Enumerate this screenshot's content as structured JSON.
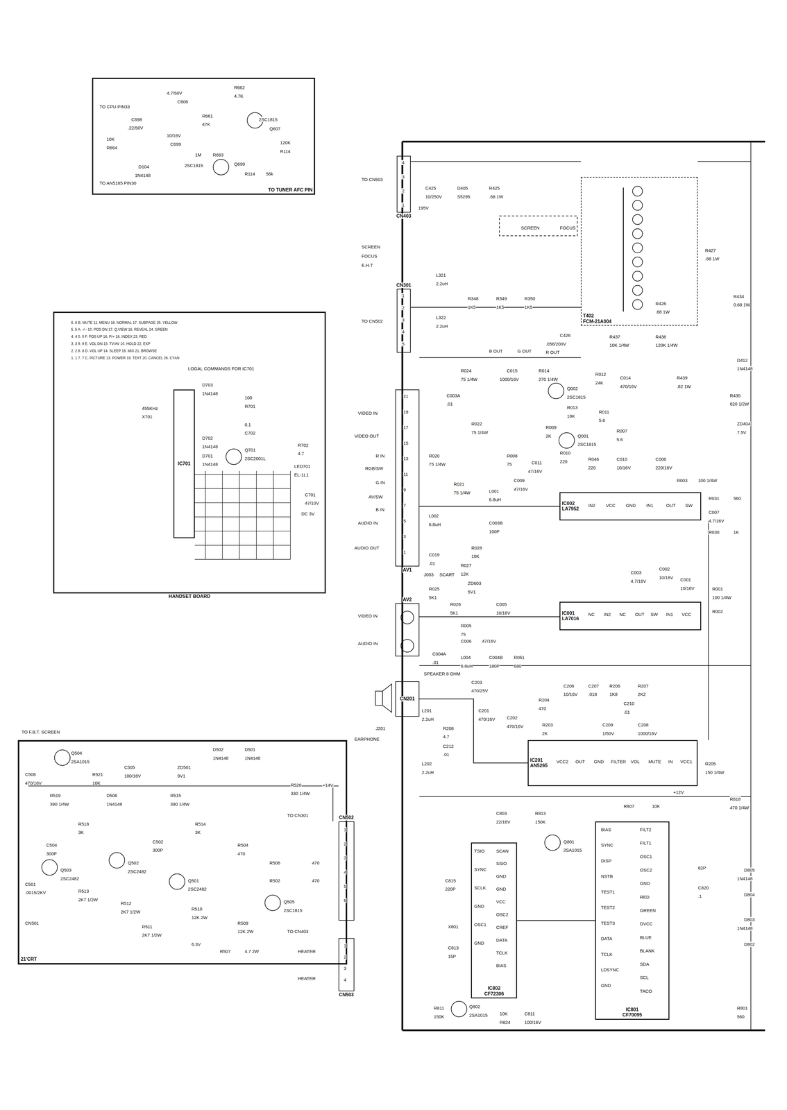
{
  "diagram": {
    "nodes": [
      {
        "text": [
          "TO TUNER AFC PIN"
        ]
      },
      {
        "text": [
          "HANDSET BOARD"
        ]
      },
      {
        "text": [
          "IC701"
        ],
        "in": 1
      },
      {
        "text": [
          "21'CRT"
        ]
      },
      {
        "text": [
          "CN502"
        ],
        "in": 3
      },
      {
        "text": [
          "CN503"
        ],
        "in": 3
      },
      {
        "text": [
          "CN403"
        ]
      },
      {
        "text": [
          "CN301"
        ]
      },
      {
        "text": [
          "AV1"
        ]
      },
      {
        "text": [
          "AV2"
        ]
      },
      {
        "text": [
          "CN201"
        ]
      },
      {
        "text": [
          "T402",
          "FCM-21A004"
        ]
      },
      {
        "text": [
          "IC002",
          "LA7952"
        ]
      },
      {
        "text": [
          "IC001",
          "LA7016"
        ]
      },
      {
        "text": [
          "IC201",
          "AN5265"
        ]
      },
      {
        "text": [
          "IC802",
          "CF72306"
        ]
      },
      {
        "text": [
          "IC801",
          "CF70095"
        ]
      }
    ],
    "edges": [
      {
        "from": 12,
        "to": 8,
        "arrow": "none"
      },
      {
        "from": 13,
        "to": 9,
        "arrow": "none"
      },
      {
        "from": 14,
        "to": 10,
        "arrow": "none"
      },
      {
        "from": 15,
        "to": 16,
        "arrow": "none"
      },
      {
        "from": 11,
        "to": 7,
        "arrow": "none"
      }
    ],
    "labels": [
      "TO CPU PIN33",
      "TO AN5185 PIN30",
      "2SC1815",
      "Q607",
      "R662",
      "4.7K",
      "C606",
      "4.7/50V",
      "R661",
      "47K",
      "C698",
      ".22/50V",
      "R664",
      "10K",
      "C699",
      "10/16V",
      "R663",
      "1M",
      "R114",
      "120K",
      "Q699",
      "2SC1815",
      "D104",
      "1N4148",
      "R114",
      "56k",
      "1. 1    7. 7    C. PICTURE    13. POWER    19. TEXT    20. CANCEL    26. CYAN",
      "2. 2    8. 8    D. VOL UP    14. SLEEP    16. MIX    21. BROWSE",
      "3. 3    9. 9    E. VOL DN    15. TV/AV    10. HOLD    22. EXP",
      "4. 4    0. 0    F. POS UP    16. P/+    18. INDEX    23. RED",
      "5. 5    A. -/--    10. POS DN    17. Q.VIEW    16. REVEAL    24. GREEN",
      "6. 6    B. MUTE    11. MENU    18. NORMAL    17. SUBPAGE    25. YELLOW",
      "LOGAL COMMANDS FOR IC701",
      "R701",
      "100",
      "X701",
      "455KHz",
      "C702",
      "0.1",
      "Q701",
      "2SC2001L",
      "R702",
      "4.7",
      "LED701",
      "EL-1L1",
      "C701",
      "47/10V",
      "DC 3V",
      "D701",
      "1N4148",
      "D702",
      "1N4148",
      "D703",
      "1N4148",
      "TO F.B.T. SCREEN",
      "Q504",
      "2SA1015",
      "C508",
      "470/16V",
      "R521",
      "10K",
      "C505",
      "100/16V",
      "ZD501",
      "9V1",
      "D502",
      "1N4148",
      "D501",
      "1N4148",
      "R520",
      "330 1/4W",
      "R515",
      "390 1/4W",
      "R519",
      "390 1/4W",
      "D506",
      "1N4148",
      "R518",
      "3K",
      "R514",
      "3K",
      "C504",
      "300P",
      "C502",
      "300P",
      "Q503",
      "2SC2482",
      "Q502",
      "2SC2482",
      "Q501",
      "2SC2482",
      "R504",
      "470",
      "R506",
      "470",
      "R502",
      "470",
      "Q505",
      "2SC1815",
      "C501",
      ".0015/2KV",
      "R513",
      "2K7 1/2W",
      "R512",
      "2K7 1/2W",
      "R511",
      "2K7 1/2W",
      "R510",
      "12K 2W",
      "R509",
      "12K 2W",
      "R507",
      "4.7 2W",
      "6.3V",
      "HEATER",
      "HEATER",
      "CN501",
      "TO CN301",
      "TO CN403",
      "+14V",
      "1",
      "2",
      "3",
      "4",
      "5",
      "6",
      "1",
      "2",
      "3",
      "4",
      "TO CN503",
      "SCREEN",
      "FOCUS",
      "E.H.T",
      "TO CN502",
      "VIDEO IN",
      "VIDEO OUT",
      "R IN",
      "RGB/SW",
      "G IN",
      "AV/SW",
      "B IN",
      "AUDIO IN",
      "AUDIO OUT",
      "VIDEO IN",
      "AUDIO IN",
      "SPEAKER 8 OHM",
      "EARPHONE",
      "J201",
      "4",
      "3",
      "2",
      "1",
      "1",
      "2",
      "3",
      "4",
      "5",
      "21",
      "19",
      "17",
      "15",
      "13",
      "11",
      "9",
      "7",
      "5",
      "3",
      "1",
      "195V",
      "C425",
      "10/250V",
      "D405",
      "S5295",
      "R425",
      ".68 1W",
      "SCREEN",
      "FOCUS",
      "R427",
      ".68 1W",
      "R426",
      ".68 1W",
      "R434",
      "0.68 1W",
      "L321",
      "2.2uH",
      "R348",
      "1K5",
      "R349",
      "1K5",
      "R350",
      "1K5",
      "L322",
      "2.2uH",
      "C426",
      ".056/200V",
      "R437",
      "10K 1/4W",
      "R436",
      "120K 1/4W",
      "B OUT",
      "G OUT",
      "R OUT",
      "C015",
      "1000/16V",
      "R014",
      "270 1/4W",
      "Q002",
      "2SC1815",
      "R013",
      "18K",
      "R012",
      "24K",
      "C014",
      "470/16V",
      "R011",
      "5.6",
      "R439",
      ".82 1W",
      "R024",
      "75 1/4W",
      "C003A",
      ".01",
      "R022",
      "75 1/4W",
      "R009",
      "2K",
      "Q001",
      "2SC1815",
      "R007",
      "5.6",
      "R010",
      "220",
      "C011",
      "47/16V",
      "R046",
      "220",
      "C010",
      "10/16V",
      "C006",
      "220/16V",
      "R003",
      "100 1/4W",
      "R008",
      "75",
      "R020",
      "75 1/4W",
      "R021",
      "75 1/4W",
      "C009",
      "47/16V",
      "L001",
      "6.8uH",
      "C003B",
      "100P",
      "L002",
      "6.8uH",
      "R031",
      "560",
      "C007",
      "4.7/16V",
      "R030",
      "1K",
      "R028",
      "10K",
      "C019",
      ".01",
      "J003",
      "SCART",
      "R027",
      "12K",
      "ZD603",
      "5V1",
      "R025",
      "5K1",
      "R026",
      "5K1",
      "R005",
      "75",
      "C005",
      "10/16V",
      "C006",
      "47/16V",
      "C004A",
      ".01",
      "L004",
      "6.8uH",
      "C004B",
      "180P",
      "R051",
      "680",
      "C001",
      "10/16V",
      "R001",
      "100 1/4W",
      "C002",
      "10/16V",
      "C003",
      "4.7/16V",
      "R002",
      "C203",
      "470/25V",
      "L201",
      "2.2uH",
      "C201",
      "470/16V",
      "R208",
      "4.7",
      "C212",
      ".01",
      "L202",
      "2.2uH",
      "C202",
      "470/16V",
      "R204",
      "470",
      "C206",
      "10/16V",
      "R203",
      "2K",
      "C207",
      ".018",
      "R206",
      "1K8",
      "R207",
      "2K2",
      "C210",
      ".01",
      "C209",
      "1/50V",
      "C208",
      "1000/16V",
      "R205",
      "150 1/4W",
      "+12V",
      "R807",
      "10K",
      "R818",
      "470 1/4W",
      "R435",
      "820 1/2W",
      "ZD404",
      "7.5V",
      "D412",
      "1N4148",
      "IN2",
      "VCC",
      "GND",
      "IN1",
      "OUT",
      "SW",
      "NC",
      "IN2",
      "NC",
      "OUT",
      "SW",
      "IN1",
      "VCC",
      "VCC2",
      "OUT",
      "GND",
      "FILTER",
      "VOL",
      "MUTE",
      "IN",
      "VCC1",
      "C803",
      "22/16V",
      "R813",
      "150K",
      "Q801",
      "2SA1015",
      "X801",
      "C813",
      "15P",
      "C815",
      "220P",
      "R811",
      "150K",
      "Q802",
      "2SA1015",
      "R824",
      "10K",
      "C811",
      "100/16V",
      "R801",
      "560",
      "D805",
      "1N4148",
      "D804",
      "D803",
      "1N4148",
      "D802",
      "C820",
      ".1",
      "82P",
      "FILT2",
      "FILT1",
      "OSC1",
      "OSC2",
      "GND",
      "RED",
      "GREEN",
      "DVCC",
      "BLUE",
      "BLANK",
      "SDA",
      "SCL",
      "TACO",
      "BIAS",
      "SYNC",
      "DISP",
      "NSTB",
      "TEST1",
      "TEST2",
      "TEST3",
      "DATA",
      "TCLK",
      "LDSYNC",
      "GND",
      "SCAN",
      "SSIO",
      "GND",
      "GND",
      "VCC",
      "OSC2",
      "CREF",
      "DATA",
      "TCLK",
      "BIAS",
      "TSIO",
      "SYNC",
      "SCLK",
      "GND",
      "OSC1",
      "GND"
    ]
  }
}
